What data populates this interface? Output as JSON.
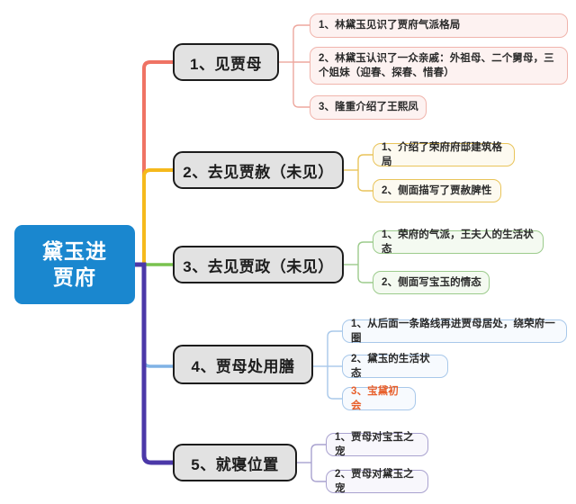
{
  "diagram": {
    "type": "mindmap",
    "title": "黛玉进贾府",
    "orientation": "left-to-right",
    "root": {
      "label": "黛玉进\n贾府",
      "fill": "#1a87cf",
      "text_color": "#ffffff"
    },
    "branches": [
      {
        "label": "1、见贾母",
        "line_color": "#ef7364",
        "family": "fam-red",
        "children": [
          {
            "label": "1、林黛玉见识了贾府气派格局",
            "accent": false
          },
          {
            "label": "2、林黛玉认识了一众亲戚：外祖母、二个舅母，三\n个姐妹（迎春、探春、惜春）",
            "accent": false
          },
          {
            "label": "3、隆重介绍了王熙凤",
            "accent": false
          }
        ]
      },
      {
        "label": "2、去见贾赦（未见）",
        "line_color": "#f5b91c",
        "family": "fam-yellow",
        "children": [
          {
            "label": "1、介绍了荣府府邸建筑格局",
            "accent": false
          },
          {
            "label": "2、侧面描写了贾赦脾性",
            "accent": false
          }
        ]
      },
      {
        "label": "3、去见贾政（未见）",
        "line_color": "#79c24e",
        "family": "fam-green",
        "children": [
          {
            "label": "1、荣府的气派，王夫人的生活状态",
            "accent": false
          },
          {
            "label": "2、侧面写宝玉的情态",
            "accent": false
          }
        ]
      },
      {
        "label": "4、贾母处用膳",
        "line_color": "#7fb2e5",
        "family": "fam-blue",
        "children": [
          {
            "label": "1、从后面一条路线再进贾母居处，绕荣府一圈",
            "accent": false
          },
          {
            "label": "2、黛玉的生活状态",
            "accent": false
          },
          {
            "label": "3、宝黛初会",
            "accent": true
          }
        ]
      },
      {
        "label": "5、就寝位置",
        "line_color": "#4b38a8",
        "family": "fam-purple",
        "children": [
          {
            "label": "1、贾母对宝玉之宠",
            "accent": false
          },
          {
            "label": "2、贾母对黛玉之宠",
            "accent": false
          }
        ]
      }
    ],
    "accent_color": "#e8602c",
    "topic_fill": "#e2e2e2",
    "topic_border": "#1c1c1c"
  }
}
